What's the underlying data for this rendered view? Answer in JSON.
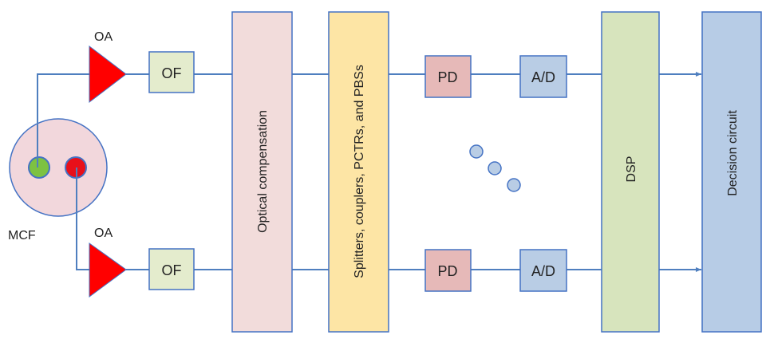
{
  "diagram": {
    "fiber_label": "MCF",
    "amplifier_top_label": "OA",
    "amplifier_bottom_label": "OA",
    "filter_top_label": "OF",
    "filter_bottom_label": "OF",
    "optical_compensation_label": "Optical compensation",
    "splitters_label": "Splitters, couplers, PCTRs, and PBSs",
    "pd_top_label": "PD",
    "pd_bottom_label": "PD",
    "adc_top_label": "A/D",
    "adc_bottom_label": "A/D",
    "dsp_label": "DSP",
    "decision_label": "Decision circuit"
  },
  "colors": {
    "line": "#4f7fbf",
    "outline": "#4472c4",
    "fiber_fill": "#f2d7dc",
    "core_green": "#7dc242",
    "core_red": "#e8101a",
    "amplifier": "#ff0000",
    "filter_fill": "#e4eccd",
    "optical_comp_fill": "#f2dcdb",
    "splitters_fill": "#fde5a5",
    "pd_fill": "#e6b9b8",
    "adc_fill": "#b9cde5",
    "dsp_fill": "#d7e4bd",
    "decision_fill": "#b7cce6",
    "dot_fill": "#b9cde5"
  }
}
